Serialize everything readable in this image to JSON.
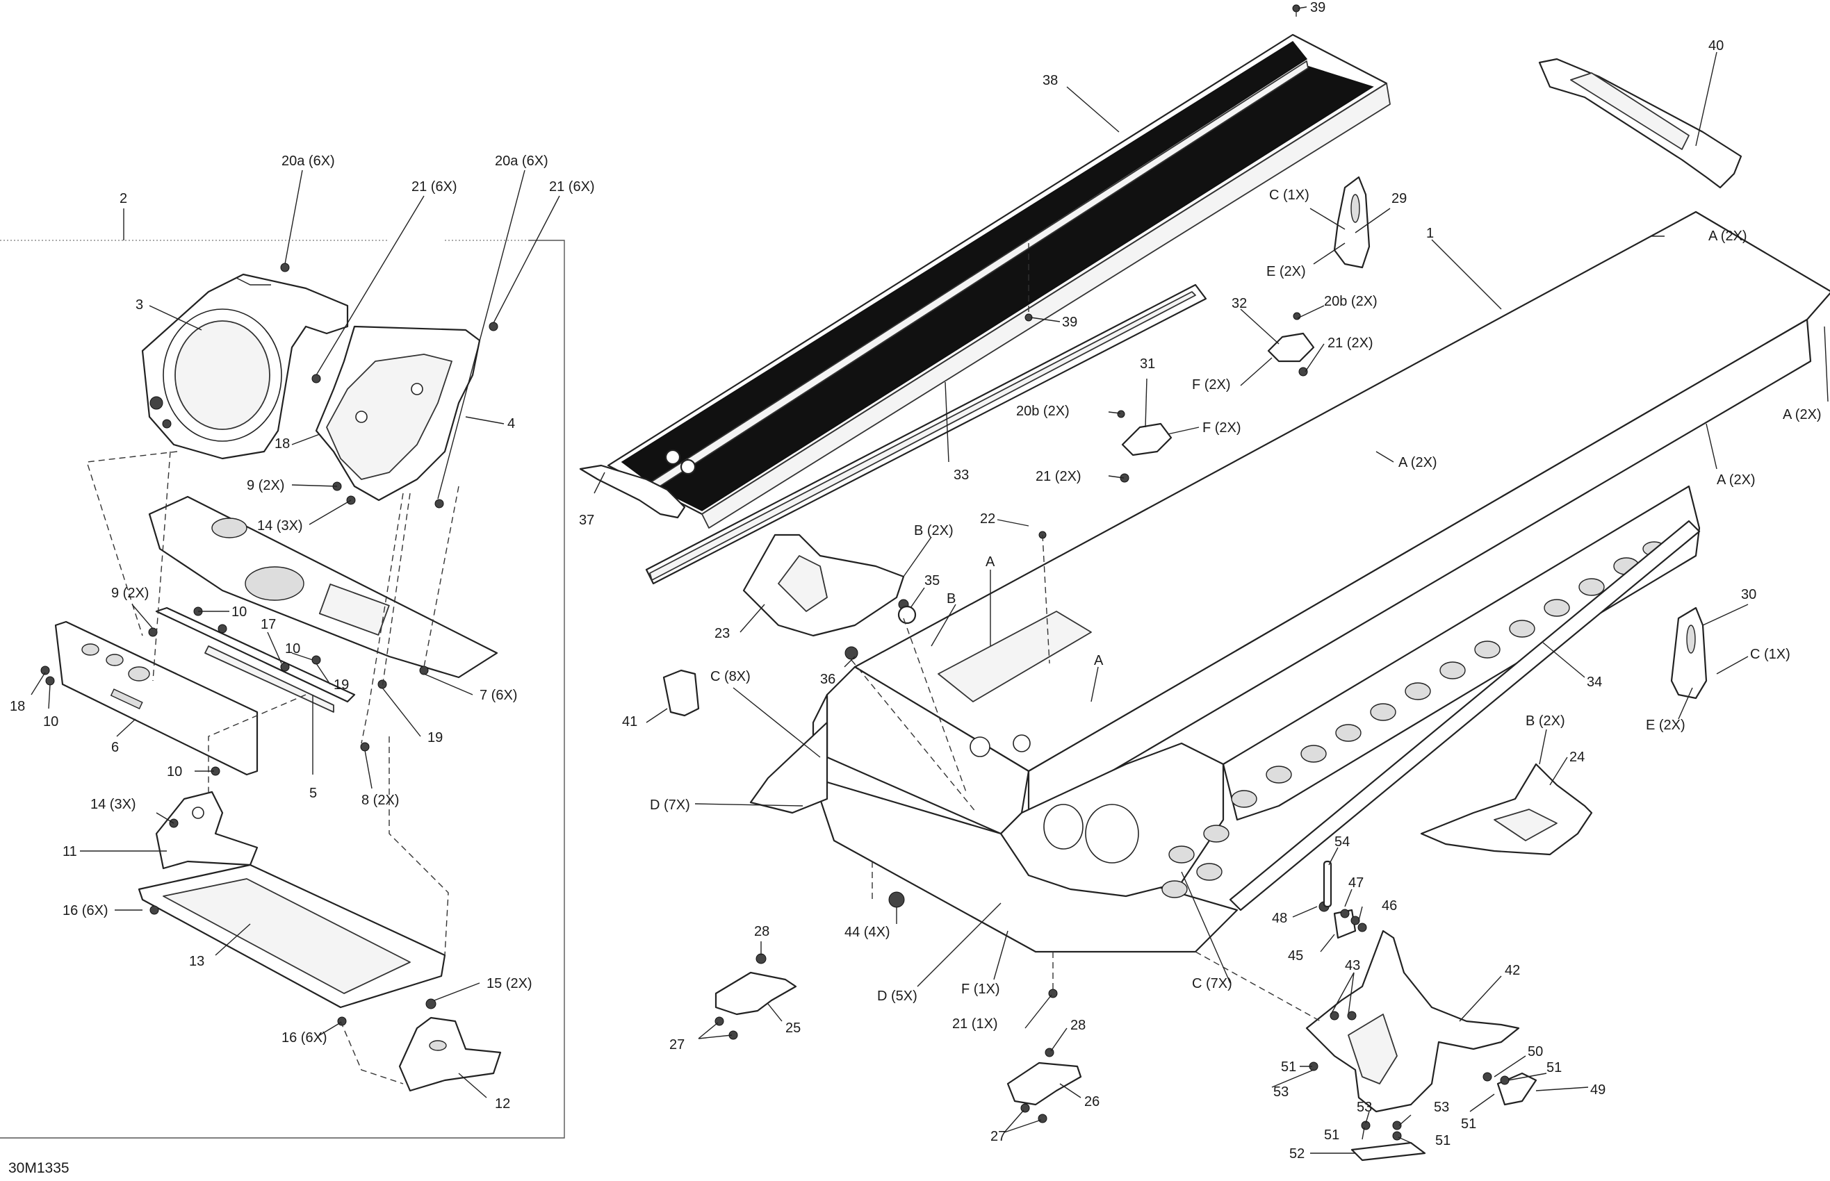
{
  "figure_code": "30M1335",
  "group_label": "2",
  "callouts": [
    {
      "id": "c20a-l",
      "text": "20a (6X)"
    },
    {
      "id": "c21-l",
      "text": "21 (6X)"
    },
    {
      "id": "c20a-r",
      "text": "20a (6X)"
    },
    {
      "id": "c21-r",
      "text": "21 (6X)"
    },
    {
      "id": "c3",
      "text": "3"
    },
    {
      "id": "c4",
      "text": "4"
    },
    {
      "id": "c18-a",
      "text": "18"
    },
    {
      "id": "c9-a",
      "text": "9 (2X)"
    },
    {
      "id": "c14-a",
      "text": "14 (3X)"
    },
    {
      "id": "c9-b",
      "text": "9 (2X)"
    },
    {
      "id": "c10-a",
      "text": "10"
    },
    {
      "id": "c17",
      "text": "17"
    },
    {
      "id": "c10-b",
      "text": "10"
    },
    {
      "id": "c19-a",
      "text": "19"
    },
    {
      "id": "c7",
      "text": "7 (6X)"
    },
    {
      "id": "c19-b",
      "text": "19"
    },
    {
      "id": "c18-b",
      "text": "18"
    },
    {
      "id": "c10-c",
      "text": "10"
    },
    {
      "id": "c6",
      "text": "6"
    },
    {
      "id": "c10-d",
      "text": "10"
    },
    {
      "id": "c5",
      "text": "5"
    },
    {
      "id": "c8",
      "text": "8 (2X)"
    },
    {
      "id": "c14-b",
      "text": "14 (3X)"
    },
    {
      "id": "c11",
      "text": "11"
    },
    {
      "id": "c16-a",
      "text": "16 (6X)"
    },
    {
      "id": "c13",
      "text": "13"
    },
    {
      "id": "c15",
      "text": "15 (2X)"
    },
    {
      "id": "c16-b",
      "text": "16 (6X)"
    },
    {
      "id": "c12",
      "text": "12"
    },
    {
      "id": "c39-a",
      "text": "39"
    },
    {
      "id": "c38",
      "text": "38"
    },
    {
      "id": "c40",
      "text": "40"
    },
    {
      "id": "cC1-a",
      "text": "C (1X)"
    },
    {
      "id": "c29",
      "text": "29"
    },
    {
      "id": "cE2-a",
      "text": "E (2X)"
    },
    {
      "id": "c1",
      "text": "1"
    },
    {
      "id": "cA2-a",
      "text": "A (2X)"
    },
    {
      "id": "c39-b",
      "text": "39"
    },
    {
      "id": "c32",
      "text": "32"
    },
    {
      "id": "c20b-a",
      "text": "20b (2X)"
    },
    {
      "id": "c21-2a",
      "text": "21 (2X)"
    },
    {
      "id": "cF2-a",
      "text": "F (2X)"
    },
    {
      "id": "cA2-b",
      "text": "A (2X)"
    },
    {
      "id": "c31",
      "text": "31"
    },
    {
      "id": "c20b-b",
      "text": "20b (2X)"
    },
    {
      "id": "cF2-b",
      "text": "F (2X)"
    },
    {
      "id": "cA2-c",
      "text": "A (2X)"
    },
    {
      "id": "c21-2b",
      "text": "21 (2X)"
    },
    {
      "id": "cA2-d",
      "text": "A (2X)"
    },
    {
      "id": "c33",
      "text": "33"
    },
    {
      "id": "c37",
      "text": "37"
    },
    {
      "id": "c22",
      "text": "22"
    },
    {
      "id": "cB2-a",
      "text": "B (2X)"
    },
    {
      "id": "c35",
      "text": "35"
    },
    {
      "id": "cA-a",
      "text": "A"
    },
    {
      "id": "cB-a",
      "text": "B"
    },
    {
      "id": "c23",
      "text": "23"
    },
    {
      "id": "cA-b",
      "text": "A"
    },
    {
      "id": "c30",
      "text": "30"
    },
    {
      "id": "cC1-b",
      "text": "C (1X)"
    },
    {
      "id": "c36",
      "text": "36"
    },
    {
      "id": "c34",
      "text": "34"
    },
    {
      "id": "cC8",
      "text": "C (8X)"
    },
    {
      "id": "c41",
      "text": "41"
    },
    {
      "id": "cE2-b",
      "text": "E (2X)"
    },
    {
      "id": "cB2-b",
      "text": "B (2X)"
    },
    {
      "id": "c24",
      "text": "24"
    },
    {
      "id": "cD7",
      "text": "D (7X)"
    },
    {
      "id": "c54",
      "text": "54"
    },
    {
      "id": "c47",
      "text": "47"
    },
    {
      "id": "c48",
      "text": "48"
    },
    {
      "id": "c46",
      "text": "46"
    },
    {
      "id": "c44",
      "text": "44 (4X)"
    },
    {
      "id": "c45",
      "text": "45"
    },
    {
      "id": "cC7",
      "text": "C (7X)"
    },
    {
      "id": "c28-a",
      "text": "28"
    },
    {
      "id": "c43",
      "text": "43"
    },
    {
      "id": "c42",
      "text": "42"
    },
    {
      "id": "cD5",
      "text": "D (5X)"
    },
    {
      "id": "cF1",
      "text": "F (1X)"
    },
    {
      "id": "c25",
      "text": "25"
    },
    {
      "id": "c21-1",
      "text": "21 (1X)"
    },
    {
      "id": "c27-a",
      "text": "27"
    },
    {
      "id": "c28-b",
      "text": "28"
    },
    {
      "id": "c50",
      "text": "50"
    },
    {
      "id": "c51-a",
      "text": "51"
    },
    {
      "id": "c51-b",
      "text": "51"
    },
    {
      "id": "c49",
      "text": "49"
    },
    {
      "id": "c53-a",
      "text": "53"
    },
    {
      "id": "c26",
      "text": "26"
    },
    {
      "id": "c53-b",
      "text": "53"
    },
    {
      "id": "c53-c",
      "text": "53"
    },
    {
      "id": "c27-b",
      "text": "27"
    },
    {
      "id": "c51-c",
      "text": "51"
    },
    {
      "id": "c51-d",
      "text": "51"
    },
    {
      "id": "c51-e",
      "text": "51"
    },
    {
      "id": "c52",
      "text": "52"
    }
  ]
}
